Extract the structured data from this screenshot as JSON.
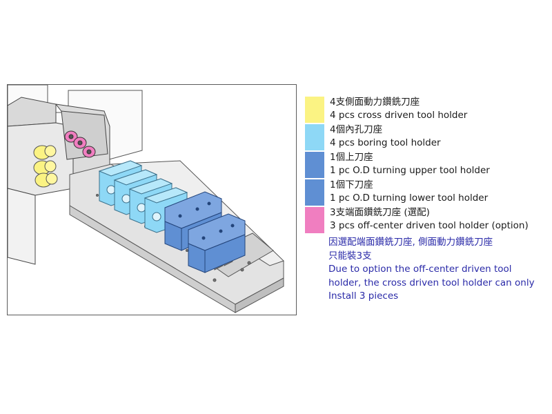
{
  "legend": {
    "items": [
      {
        "zh": "4支側面動力鑽銑刀座",
        "en": "4 pcs cross driven tool holder",
        "color": "#fbf383"
      },
      {
        "zh": "4個內孔刀座",
        "en": "4 pcs boring tool holder",
        "color": "#8ed8f6"
      },
      {
        "zh": "1個上刀座",
        "en": "1 pc O.D turning upper tool holder",
        "color": "#5f8fd3"
      },
      {
        "zh": "1個下刀座",
        "en": "1 pc O.D turning lower tool holder",
        "color": "#5f8fd3"
      },
      {
        "zh": "3支端面鑽銑刀座 (選配)",
        "en": "3 pcs off-center driven tool holder (option)",
        "color": "#f07ec0"
      }
    ]
  },
  "note": {
    "zh_line1": "因選配端面鑽銑刀座, 側面動力鑽銑刀座",
    "zh_line2": "只能裝3支",
    "en_line1": "Due to option the off-center driven tool",
    "en_line2": "holder, the cross driven tool holder can only",
    "en_line3": "Install 3 pieces",
    "color": "#2a2aa8"
  }
}
